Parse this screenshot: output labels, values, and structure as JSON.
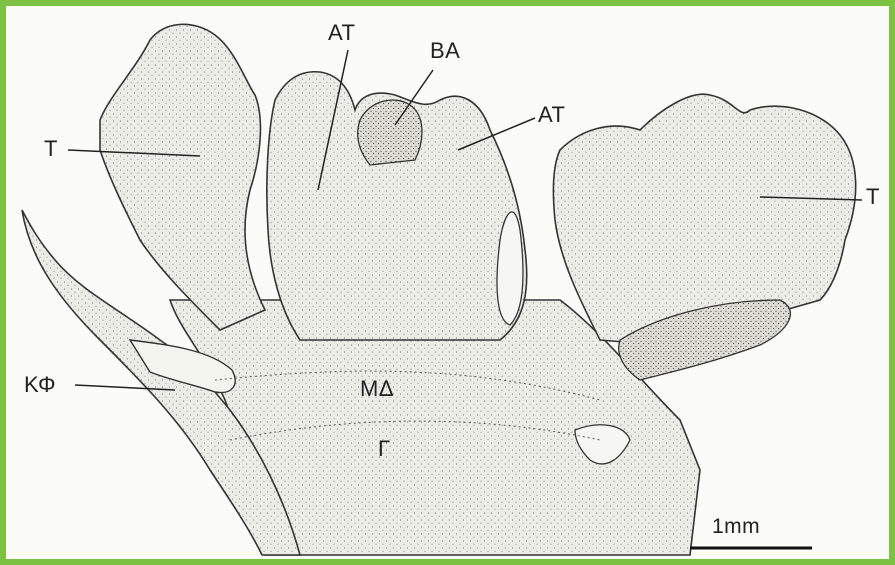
{
  "labels": {
    "t_left": "T",
    "at_top": "AT",
    "ba": "BA",
    "at_right": "AT",
    "t_right": "T",
    "kf": "ΚΦ",
    "md": "ΜΔ",
    "g": "Γ"
  },
  "scale_bar": {
    "text": "1mm"
  },
  "colors": {
    "frame": "#7cc142",
    "ink": "#333333",
    "tissue": "#ebebe6"
  }
}
